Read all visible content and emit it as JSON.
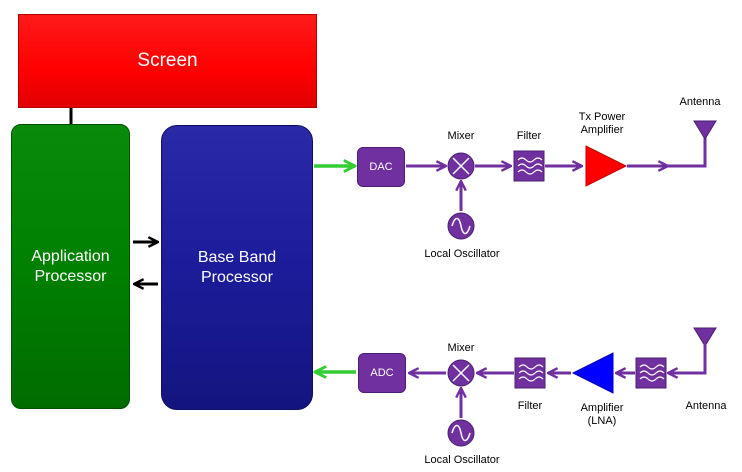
{
  "blocks": {
    "screen": "Screen",
    "application_processor": [
      "Application",
      "Processor"
    ],
    "baseband_processor": [
      "Base Band",
      "Processor"
    ],
    "dac": "DAC",
    "adc": "ADC"
  },
  "tx_labels": {
    "mixer": "Mixer",
    "filter": "Filter",
    "amplifier": [
      "Tx Power",
      "Amplifier"
    ],
    "antenna": "Antenna",
    "oscillator": "Local Oscillator"
  },
  "rx_labels": {
    "mixer": "Mixer",
    "filter": "Filter",
    "amplifier": [
      "Amplifier",
      "(LNA)"
    ],
    "antenna": "Antenna",
    "oscillator": "Local Oscillator"
  },
  "colors": {
    "screen": "#ff0000",
    "application_processor": "#008000",
    "baseband_processor": "#1c1c9a",
    "converter": "#7030a0",
    "signal_line": "#7030a0",
    "dac_adc_link": "#33cc33",
    "tx_amplifier": "#ff0000",
    "rx_amplifier": "#0000ff"
  }
}
